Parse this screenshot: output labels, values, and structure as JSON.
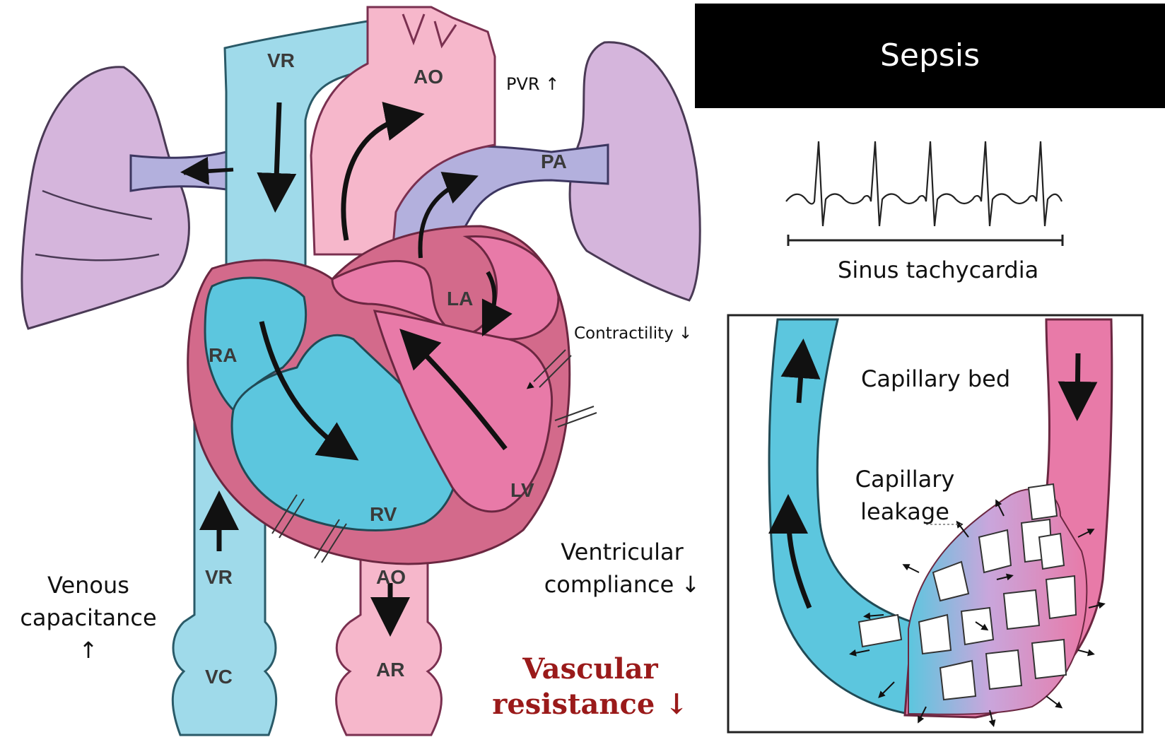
{
  "title": "Sepsis",
  "ecg": {
    "caption": "Sinus tachycardia"
  },
  "heart": {
    "labels": {
      "vr_top": "VR",
      "ao_top": "AO",
      "pa": "PA",
      "la": "LA",
      "ra": "RA",
      "lv": "LV",
      "rv": "RV",
      "vr_bottom": "VR",
      "ao_bottom": "AO",
      "vc": "VC",
      "ar": "AR"
    }
  },
  "annotations": {
    "pvr": "PVR ↑",
    "contractility": "Contractility ↓",
    "ventricular_line1": "Ventricular",
    "ventricular_line2": "compliance ↓",
    "venous_line1": "Venous",
    "venous_line2": "capacitance ↑",
    "vascular_line1": "Vascular",
    "vascular_line2": "resistance ↓"
  },
  "capillary": {
    "bed_label": "Capillary bed",
    "leakage_line1": "Capillary",
    "leakage_line2": "leakage"
  },
  "colors": {
    "vein_blue": "#9fdaea",
    "chamber_blue": "#5cc6de",
    "artery_pink": "#f6b7cb",
    "chamber_pink": "#e87aa8",
    "wall": "#c96f89",
    "pulmonary_purple": "#b3b0dd",
    "lung_lilac": "#d5b5dc",
    "vascular_red": "#9a1a1a"
  }
}
